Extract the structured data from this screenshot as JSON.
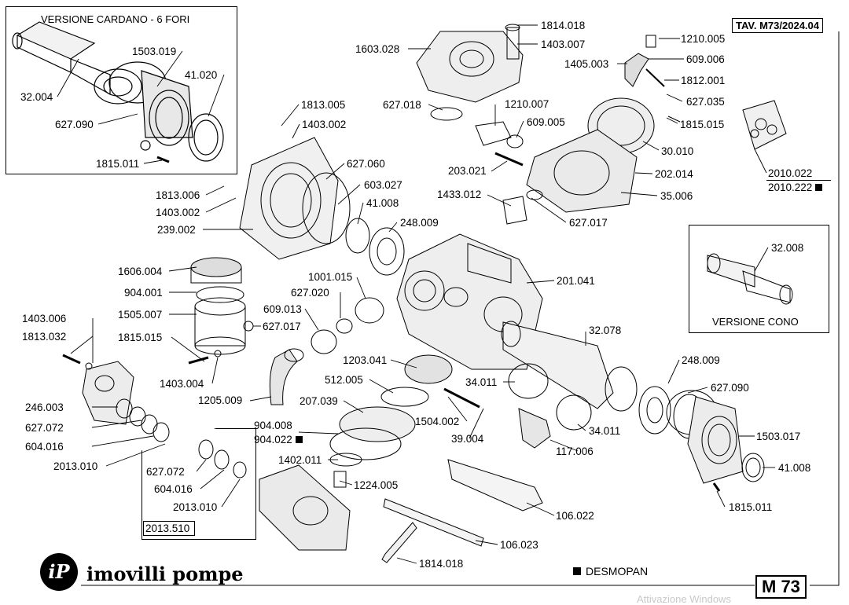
{
  "header": {
    "sheet_ref": "TAV. M73/2024.04",
    "cardan_caption": "VERSIONE CARDANO - 6 FORI",
    "cone_caption": "VERSIONE CONO",
    "kit_ref": "2013.510",
    "part_2010_main": "2010.022",
    "part_2010_alt": "2010.222"
  },
  "footer": {
    "brand": "imovilli pompe",
    "logo_letters": "iP",
    "legend_marker_label": "DESMOPAN",
    "model": "M 73",
    "watermark": "Attivazione Windows"
  },
  "part_labels": [
    {
      "id": "32-004",
      "text": "32.004"
    },
    {
      "id": "1503-019",
      "text": "1503.019"
    },
    {
      "id": "41-020",
      "text": "41.020"
    },
    {
      "id": "627-090a",
      "text": "627.090"
    },
    {
      "id": "1815-011a",
      "text": "1815.011"
    },
    {
      "id": "1603-028",
      "text": "1603.028"
    },
    {
      "id": "1814-018a",
      "text": "1814.018"
    },
    {
      "id": "1403-007",
      "text": "1403.007"
    },
    {
      "id": "1210-005",
      "text": "1210.005"
    },
    {
      "id": "609-006",
      "text": "609.006"
    },
    {
      "id": "1405-003",
      "text": "1405.003"
    },
    {
      "id": "1812-001",
      "text": "1812.001"
    },
    {
      "id": "627-035",
      "text": "627.035"
    },
    {
      "id": "1813-005",
      "text": "1813.005"
    },
    {
      "id": "1403-002a",
      "text": "1403.002"
    },
    {
      "id": "627-018",
      "text": "627.018"
    },
    {
      "id": "1210-007",
      "text": "1210.007"
    },
    {
      "id": "609-005",
      "text": "609.005"
    },
    {
      "id": "1815-015a",
      "text": "1815.015"
    },
    {
      "id": "30-010",
      "text": "30.010"
    },
    {
      "id": "202-014",
      "text": "202.014"
    },
    {
      "id": "35-006",
      "text": "35.006"
    },
    {
      "id": "203-021",
      "text": "203.021"
    },
    {
      "id": "1433-012",
      "text": "1433.012"
    },
    {
      "id": "627-017a",
      "text": "627.017"
    },
    {
      "id": "627-060",
      "text": "627.060"
    },
    {
      "id": "603-027",
      "text": "603.027"
    },
    {
      "id": "41-008a",
      "text": "41.008"
    },
    {
      "id": "248-009a",
      "text": "248.009"
    },
    {
      "id": "1813-006",
      "text": "1813.006"
    },
    {
      "id": "1403-002b",
      "text": "1403.002"
    },
    {
      "id": "239-002",
      "text": "239.002"
    },
    {
      "id": "32-008",
      "text": "32.008"
    },
    {
      "id": "1606-004",
      "text": "1606.004"
    },
    {
      "id": "904-001",
      "text": "904.001"
    },
    {
      "id": "1505-007",
      "text": "1505.007"
    },
    {
      "id": "1815-015b",
      "text": "1815.015"
    },
    {
      "id": "627-017b",
      "text": "627.017"
    },
    {
      "id": "1403-004",
      "text": "1403.004"
    },
    {
      "id": "1001-015",
      "text": "1001.015"
    },
    {
      "id": "627-020",
      "text": "627.020"
    },
    {
      "id": "609-013",
      "text": "609.013"
    },
    {
      "id": "201-041",
      "text": "201.041"
    },
    {
      "id": "1403-006",
      "text": "1403.006"
    },
    {
      "id": "1813-032",
      "text": "1813.032"
    },
    {
      "id": "32-078",
      "text": "32.078"
    },
    {
      "id": "1203-041",
      "text": "1203.041"
    },
    {
      "id": "512-005",
      "text": "512.005"
    },
    {
      "id": "34-011a",
      "text": "34.011"
    },
    {
      "id": "248-009b",
      "text": "248.009"
    },
    {
      "id": "1205-009",
      "text": "1205.009"
    },
    {
      "id": "207-039",
      "text": "207.039"
    },
    {
      "id": "627-090b",
      "text": "627.090"
    },
    {
      "id": "246-003",
      "text": "246.003"
    },
    {
      "id": "627-072a",
      "text": "627.072"
    },
    {
      "id": "604-016a",
      "text": "604.016"
    },
    {
      "id": "2013-010a",
      "text": "2013.010"
    },
    {
      "id": "904-008",
      "text": "904.008"
    },
    {
      "id": "904-022",
      "text": "904.022"
    },
    {
      "id": "1504-002",
      "text": "1504.002"
    },
    {
      "id": "39-004",
      "text": "39.004"
    },
    {
      "id": "34-011b",
      "text": "34.011"
    },
    {
      "id": "1503-017",
      "text": "1503.017"
    },
    {
      "id": "117-006",
      "text": "117.006"
    },
    {
      "id": "1402-011",
      "text": "1402.011"
    },
    {
      "id": "1224-005",
      "text": "1224.005"
    },
    {
      "id": "41-008b",
      "text": "41.008"
    },
    {
      "id": "627-072b",
      "text": "627.072"
    },
    {
      "id": "604-016b",
      "text": "604.016"
    },
    {
      "id": "2013-010b",
      "text": "2013.010"
    },
    {
      "id": "1815-011b",
      "text": "1815.011"
    },
    {
      "id": "106-022",
      "text": "106.022"
    },
    {
      "id": "106-023",
      "text": "106.023"
    },
    {
      "id": "1814-018b",
      "text": "1814.018"
    }
  ]
}
